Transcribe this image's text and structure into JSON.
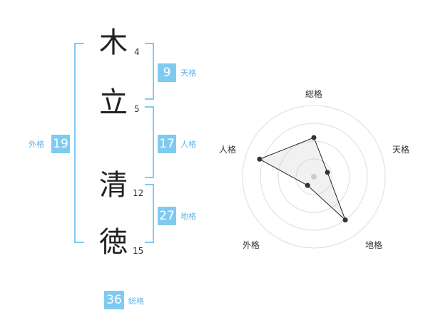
{
  "name": {
    "chars": [
      "木",
      "立",
      "清",
      "徳"
    ],
    "strokes": [
      "4",
      "5",
      "12",
      "15"
    ]
  },
  "kaku": {
    "tenkaku": {
      "value": "9",
      "label": "天格"
    },
    "jinkaku": {
      "value": "17",
      "label": "人格"
    },
    "chikaku": {
      "value": "27",
      "label": "地格"
    },
    "gaikaku": {
      "value": "19",
      "label": "外格"
    },
    "soukaku": {
      "value": "36",
      "label": "総格"
    }
  },
  "colors": {
    "accent": "#7fcaf0",
    "label_accent": "#5fb4e8"
  },
  "chart_data": {
    "type": "radar",
    "axes": [
      "総格",
      "天格",
      "地格",
      "外格",
      "人格"
    ],
    "values": [
      0.55,
      0.2,
      0.75,
      0.15,
      0.8
    ],
    "rmax": 1,
    "rings": 4
  }
}
